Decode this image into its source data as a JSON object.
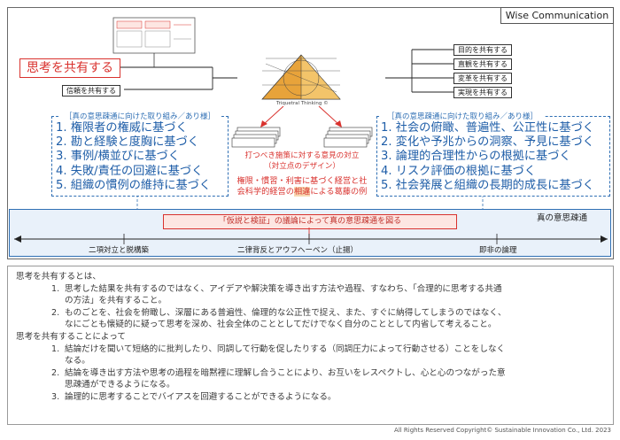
{
  "brand": "Wise Communication",
  "diagram": {
    "share_title": "思考を共有する",
    "trust_label": "信頼を共有する",
    "right_shares": [
      "目的を共有する",
      "直観を共有する",
      "変革を共有する",
      "実現を共有する"
    ],
    "pyramid_caption": "Triquetral Thinking ©",
    "left_panel": {
      "title": "［真の意思疎通に向けた取り組み／あり様］",
      "items": [
        "1. 権限者の権威に基づく",
        "2. 勘と経験と度胸に基づく",
        "3. 事例/横並びに基づく",
        "4. 失敗/責任の回避に基づく",
        "5. 組織の慣例の維持に基づく"
      ]
    },
    "right_panel": {
      "title": "［真の意思疎通に向けた取り組み／あり様］",
      "items": [
        "1. 社会の俯瞰、普遍性、公正性に基づく",
        "2. 変化や予兆からの洞察、予見に基づく",
        "3. 論理的合理性からの根拠に基づく",
        "4. リスク評価の根拠に基づく",
        "5. 社会発展と組織の長期的成長に基づく"
      ]
    },
    "center_line1": "打つべき施策に対する意見の対立",
    "center_line2": "（対立点のデザイン）",
    "center_line3": "権限・慣習・利害に基づく経営と社",
    "center_line4a": "会科学的経営の",
    "center_line4_hl": "相違",
    "center_line4b": "による葛藤の例",
    "band_title": "真の意思疎通",
    "hypothesis": "「仮説と検証」の議論によって真の意思疎通を図る",
    "axis_left": "二項対立と脱構築",
    "axis_mid": "二律背反とアウフヘーベン（止揚）",
    "axis_right": "即非の論理"
  },
  "text": {
    "intro": "思考を共有するとは、",
    "items": [
      {
        "num": "1.",
        "line1": "思考した結果を共有するのではなく、アイデアや解決策を導き出す方法や過程、すなわち、「合理的に思考する共通",
        "line2": "の方法」を共有すること。"
      },
      {
        "num": "2.",
        "line1": "ものごとを、社会を俯瞰し、深層にある普遍性、倫理的な公正性で捉え、また、すぐに納得してしまうのではなく、",
        "line2": "なにごとも懐疑的に疑って思考を深め、社会全体のこととしてだけでなく自分のこととして内省して考えること。"
      }
    ],
    "intro2": "思考を共有することによって",
    "items2": [
      {
        "num": "1.",
        "line1": "結論だけを聞いて短絡的に批判したり、同調して行動を促したりする（同調圧力によって行動させる）ことをしなく",
        "line2": "なる。"
      },
      {
        "num": "2.",
        "line1": "結論を導き出す方法や思考の過程を暗黙裡に理解し合うことにより、お互いをレスペクトし、心と心のつながった意",
        "line2": "思疎通ができるようになる。"
      },
      {
        "num": "3.",
        "line1": "論理的に思考することでバイアスを回避することができるようになる。",
        "line2": ""
      }
    ]
  },
  "footer": "All Rights Reserved Copyright© Sustainable Innovation Co., Ltd. 2023",
  "colors": {
    "accent_red": "#d9322e",
    "accent_blue": "#2f6fb4",
    "band_fill": "#e9f1fa",
    "pyramid_gold": "#e8a33a"
  }
}
